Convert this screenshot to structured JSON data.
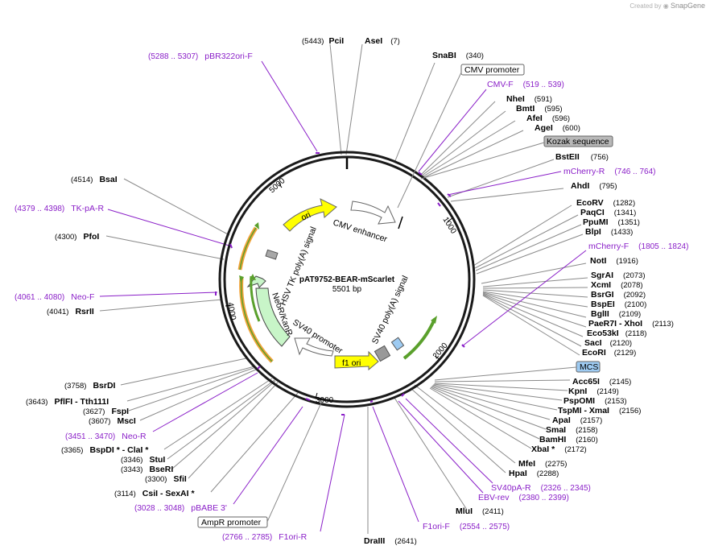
{
  "credit": {
    "prefix": "Created by",
    "brand": "SnapGene"
  },
  "map": {
    "name": "pAT9752-BEAR-mScarlet",
    "length": "5501 bp"
  },
  "ticks": [
    "5000",
    "1000",
    "2000",
    "3000",
    "4000"
  ],
  "features": {
    "cmv_enhancer": "CMV enhancer",
    "ori": "ori",
    "hsv_tk": "HSV TK poly(A) signal",
    "neor": "NeoR/KanR",
    "sv40_promoter": "SV40 promoter",
    "f1_ori": "f1 ori",
    "sv40_polya": "SV40 poly(A) signal"
  },
  "boxes": {
    "cmv_promoter": "CMV promoter",
    "kozak": "Kozak sequence",
    "mcs": "MCS",
    "ampr": "AmpR promoter"
  },
  "enzymes": [
    {
      "name": "PciI",
      "pos": "(5443)"
    },
    {
      "name": "AseI",
      "pos": "(7)"
    },
    {
      "name": "SnaBI",
      "pos": "(340)"
    },
    {
      "name": "NheI",
      "pos": "(591)"
    },
    {
      "name": "BmtI",
      "pos": "(595)"
    },
    {
      "name": "AfeI",
      "pos": "(596)"
    },
    {
      "name": "AgeI",
      "pos": "(600)"
    },
    {
      "name": "BstEII",
      "pos": "(756)"
    },
    {
      "name": "AhdI",
      "pos": "(795)"
    },
    {
      "name": "EcoRV",
      "pos": "(1282)"
    },
    {
      "name": "PaqCI",
      "pos": "(1341)"
    },
    {
      "name": "PpuMI",
      "pos": "(1351)"
    },
    {
      "name": "BlpI",
      "pos": "(1433)"
    },
    {
      "name": "NotI",
      "pos": "(1916)"
    },
    {
      "name": "SgrAI",
      "pos": "(2073)"
    },
    {
      "name": "XcmI",
      "pos": "(2078)"
    },
    {
      "name": "BsrGI",
      "pos": "(2092)"
    },
    {
      "name": "BspEI",
      "pos": "(2100)"
    },
    {
      "name": "BglII",
      "pos": "(2109)"
    },
    {
      "name": "PaeR7I - XhoI",
      "pos": "(2113)"
    },
    {
      "name": "Eco53kI",
      "pos": "(2118)"
    },
    {
      "name": "SacI",
      "pos": "(2120)"
    },
    {
      "name": "EcoRI",
      "pos": "(2129)"
    },
    {
      "name": "Acc65I",
      "pos": "(2145)"
    },
    {
      "name": "KpnI",
      "pos": "(2149)"
    },
    {
      "name": "PspOMI",
      "pos": "(2153)"
    },
    {
      "name": "TspMI - XmaI",
      "pos": "(2156)"
    },
    {
      "name": "ApaI",
      "pos": "(2157)"
    },
    {
      "name": "SmaI",
      "pos": "(2158)"
    },
    {
      "name": "BamHI",
      "pos": "(2160)"
    },
    {
      "name": "XbaI *",
      "pos": "(2172)"
    },
    {
      "name": "MfeI",
      "pos": "(2275)"
    },
    {
      "name": "HpaI",
      "pos": "(2288)"
    },
    {
      "name": "MluI",
      "pos": "(2411)"
    },
    {
      "name": "DraIII",
      "pos": "(2641)"
    },
    {
      "name": "CsiI - SexAI *",
      "pos": "(3114)"
    },
    {
      "name": "SfiI",
      "pos": "(3300)"
    },
    {
      "name": "BseRI",
      "pos": "(3343)"
    },
    {
      "name": "StuI",
      "pos": "(3346)"
    },
    {
      "name": "BspDI * - ClaI *",
      "pos": "(3365)"
    },
    {
      "name": "MscI",
      "pos": "(3607)"
    },
    {
      "name": "FspI",
      "pos": "(3627)"
    },
    {
      "name": "PflFI - Tth111I",
      "pos": "(3643)"
    },
    {
      "name": "BsrDI",
      "pos": "(3758)"
    },
    {
      "name": "RsrII",
      "pos": "(4041)"
    },
    {
      "name": "PfoI",
      "pos": "(4300)"
    },
    {
      "name": "BsaI",
      "pos": "(4514)"
    }
  ],
  "primers": [
    {
      "name": "pBR322ori-F",
      "pos": "(5288 .. 5307)"
    },
    {
      "name": "CMV-F",
      "pos": "(519 .. 539)"
    },
    {
      "name": "mCherry-R",
      "pos": "(746 .. 764)"
    },
    {
      "name": "mCherry-F",
      "pos": "(1805 .. 1824)"
    },
    {
      "name": "SV40pA-R",
      "pos": "(2326 .. 2345)"
    },
    {
      "name": "EBV-rev",
      "pos": "(2380 .. 2399)"
    },
    {
      "name": "F1ori-F",
      "pos": "(2554 .. 2575)"
    },
    {
      "name": "F1ori-R",
      "pos": "(2766 .. 2785)"
    },
    {
      "name": "pBABE 3'",
      "pos": "(3028 .. 3048)"
    },
    {
      "name": "Neo-R",
      "pos": "(3451 .. 3470)"
    },
    {
      "name": "Neo-F",
      "pos": "(4061 .. 4080)"
    },
    {
      "name": "TK-pA-R",
      "pos": "(4379 .. 4398)"
    }
  ],
  "colors": {
    "ori": "#ffff00",
    "neor": "#c8f5c8",
    "backbone": "#1a1a1a",
    "primer": "#8a1fc8",
    "orange": "#f2a33a",
    "green": "#5aa02c"
  }
}
